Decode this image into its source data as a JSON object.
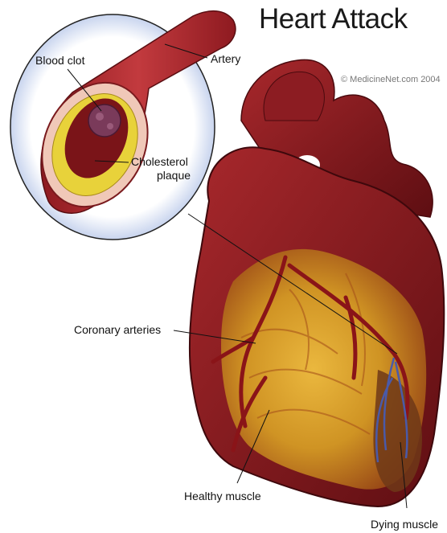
{
  "title": "Heart Attack",
  "copyright": "© MedicineNet.com 2004",
  "labels": {
    "blood_clot": "Blood clot",
    "artery": "Artery",
    "cholesterol_line1": "Cholesterol",
    "cholesterol_line2": "plaque",
    "coronary_arteries": "Coronary arteries",
    "healthy_muscle": "Healthy muscle",
    "dying_muscle": "Dying muscle"
  },
  "colors": {
    "heart_dark": "#7a1418",
    "heart_red": "#9c2228",
    "muscle_yellow": "#d9a020",
    "muscle_orange": "#b8641a",
    "plaque_yellow": "#e8d23a",
    "dying_blue": "#4a5aa8",
    "inset_glow": "#b9c8e8"
  }
}
